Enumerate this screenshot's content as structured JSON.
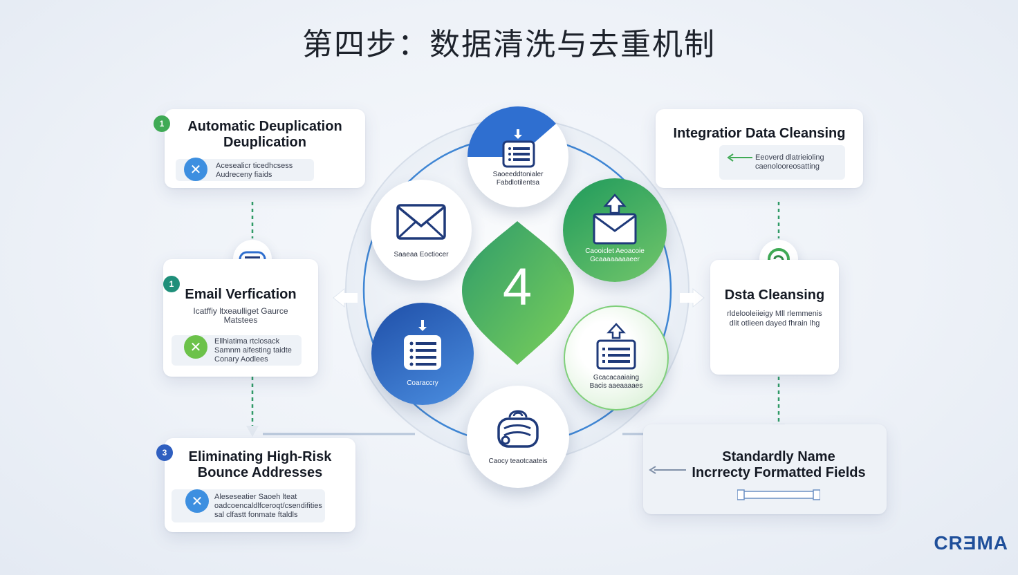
{
  "title": "第四步：数据清洗与去重机制",
  "center_number": "4",
  "left": {
    "card1": {
      "badge": "1",
      "title_l1": "Automatic Deuplication",
      "title_l2": "Deuplication",
      "sub_l1": "Acesealicr ticedhcsess",
      "sub_l2": "Audreceny fiaids"
    },
    "card2": {
      "badge": "1",
      "title": "Email Verfication",
      "desc_l1": "Icatffiy ltxeaulliget Gaurce",
      "desc_l2": "Matstees",
      "sub_l1": "Ellhiatima rtclosack",
      "sub_l2": "Samnm aifesting taidte",
      "sub_l3": "Conary Aodlees"
    },
    "card3": {
      "badge": "3",
      "title_l1": "Eliminating High-Risk",
      "title_l2": "Bounce Addresses",
      "sub_l1": "Aleseseatier Saoeh lteat",
      "sub_l2": "oadcoencaldlfceroqt/csendifities",
      "sub_l3": "sal clfastt fonmate ftaldls"
    }
  },
  "right": {
    "card1": {
      "title": "Integratior Data Cleansing",
      "sub_l1": "Eeoverd dlatrieioling",
      "sub_l2": "caenolooreosatting"
    },
    "card2": {
      "title": "Dsta Cleansing",
      "desc_l1": "rldelooleiieigy Mll rlemmenis",
      "desc_l2": "dlit otlieen dayed fhrain lhg"
    },
    "card3": {
      "title_l1": "Standardly Name",
      "title_l2": "Incrrecty Formatted Fields"
    }
  },
  "nodes": {
    "top": {
      "label_l1": "Saoeeddtonialer",
      "label_l2": "Fabdlotilentsa"
    },
    "left": {
      "label": "Saaeaa Eoctiocer"
    },
    "right": {
      "label_l1": "Caooiclet Aeoacoie",
      "label_l2": "Gcaaaaaaaaeer"
    },
    "bottom_left": {
      "label": "Coaraccry"
    },
    "bottom_right": {
      "label_l1": "Gcacacaaiaing",
      "label_l2": "Bacis aaeaaaaes"
    },
    "bottom": {
      "label": "Caocy teaotcaateis"
    }
  },
  "brand": "CRƎMA",
  "colors": {
    "blue": "#2f6fd0",
    "green": "#3fae5a",
    "teal": "#1f8f7a",
    "dark_blue": "#1f3a7a"
  }
}
